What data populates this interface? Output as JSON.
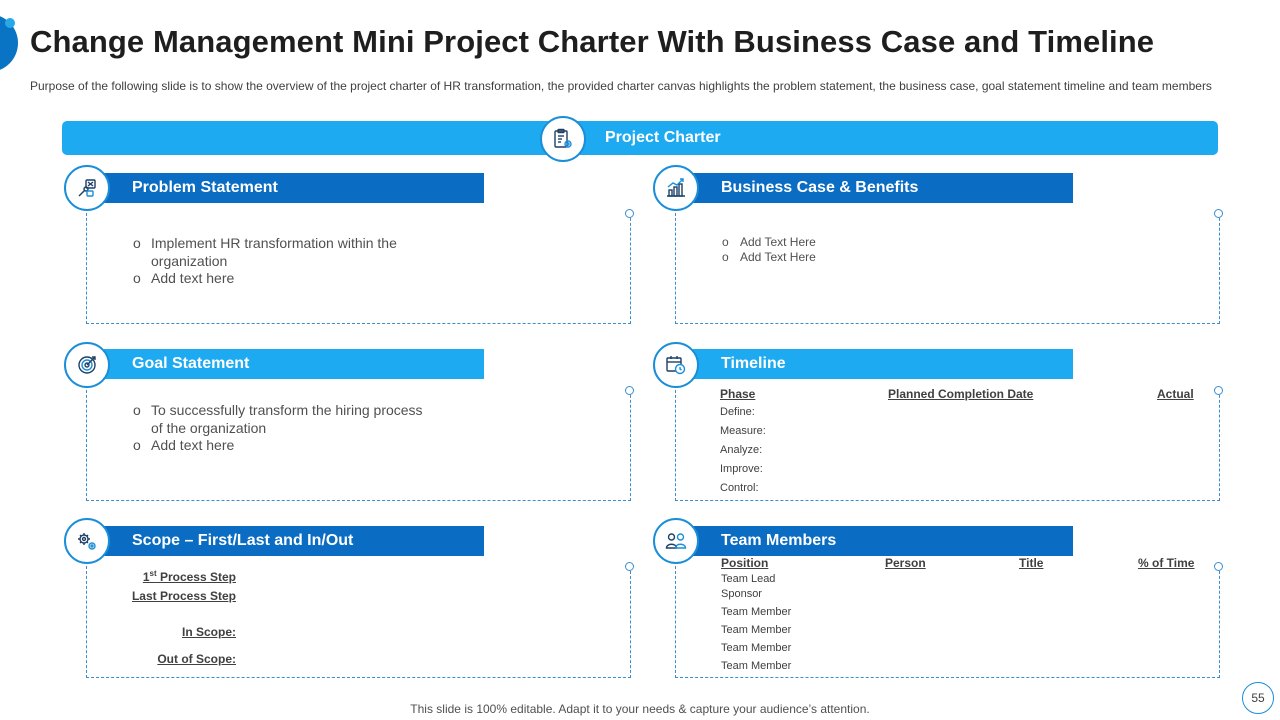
{
  "title": "Change Management Mini  Project Charter With Business Case and Timeline",
  "subtitle": "Purpose of the following slide is to show the overview  of the project charter of HR transformation, the provided  charter canvas highlights the problem statement, the business case, goal statement timeline and team members",
  "charter": {
    "label": "Project Charter",
    "icon": "clipboard-gear-icon"
  },
  "problem": {
    "heading": "Problem Statement",
    "icon": "tools-icon",
    "bullets": [
      "Implement HR transformation within the organization",
      "Add text here"
    ]
  },
  "business": {
    "heading": "Business Case & Benefits",
    "icon": "growth-chart-icon",
    "bullets": [
      "Add Text Here",
      "Add Text Here"
    ]
  },
  "goal": {
    "heading": "Goal Statement",
    "icon": "target-icon",
    "bullets": [
      "To successfully transform the hiring process of the organization",
      "Add text here"
    ]
  },
  "timeline": {
    "heading": "Timeline",
    "icon": "calendar-clock-icon",
    "columns": [
      "Phase",
      "Planned Completion Date",
      "Actual"
    ],
    "phases": [
      "Define:",
      "Measure:",
      "Analyze:",
      "Improve:",
      "Control:"
    ]
  },
  "scope": {
    "heading": "Scope – First/Last  and In/Out",
    "icon": "gears-icon",
    "first_num": "1",
    "first_sup": "st",
    "first_rest": " Process Step",
    "last": "Last Process Step",
    "in": "In Scope:",
    "out": "Out of Scope:"
  },
  "team": {
    "heading": "Team Members",
    "icon": "team-icon",
    "columns": [
      "Position",
      "Person",
      "Title",
      "% of Time"
    ],
    "rows": [
      "Team Lead",
      "Sponsor",
      "Team Member",
      "Team Member",
      "Team Member",
      "Team Member"
    ]
  },
  "colors": {
    "dark_blue": "#0a6cc2",
    "light_blue": "#1eaaf1"
  },
  "footer": "This slide is 100% editable. Adapt it to your needs & capture your audience’s attention.",
  "page_number": "55"
}
